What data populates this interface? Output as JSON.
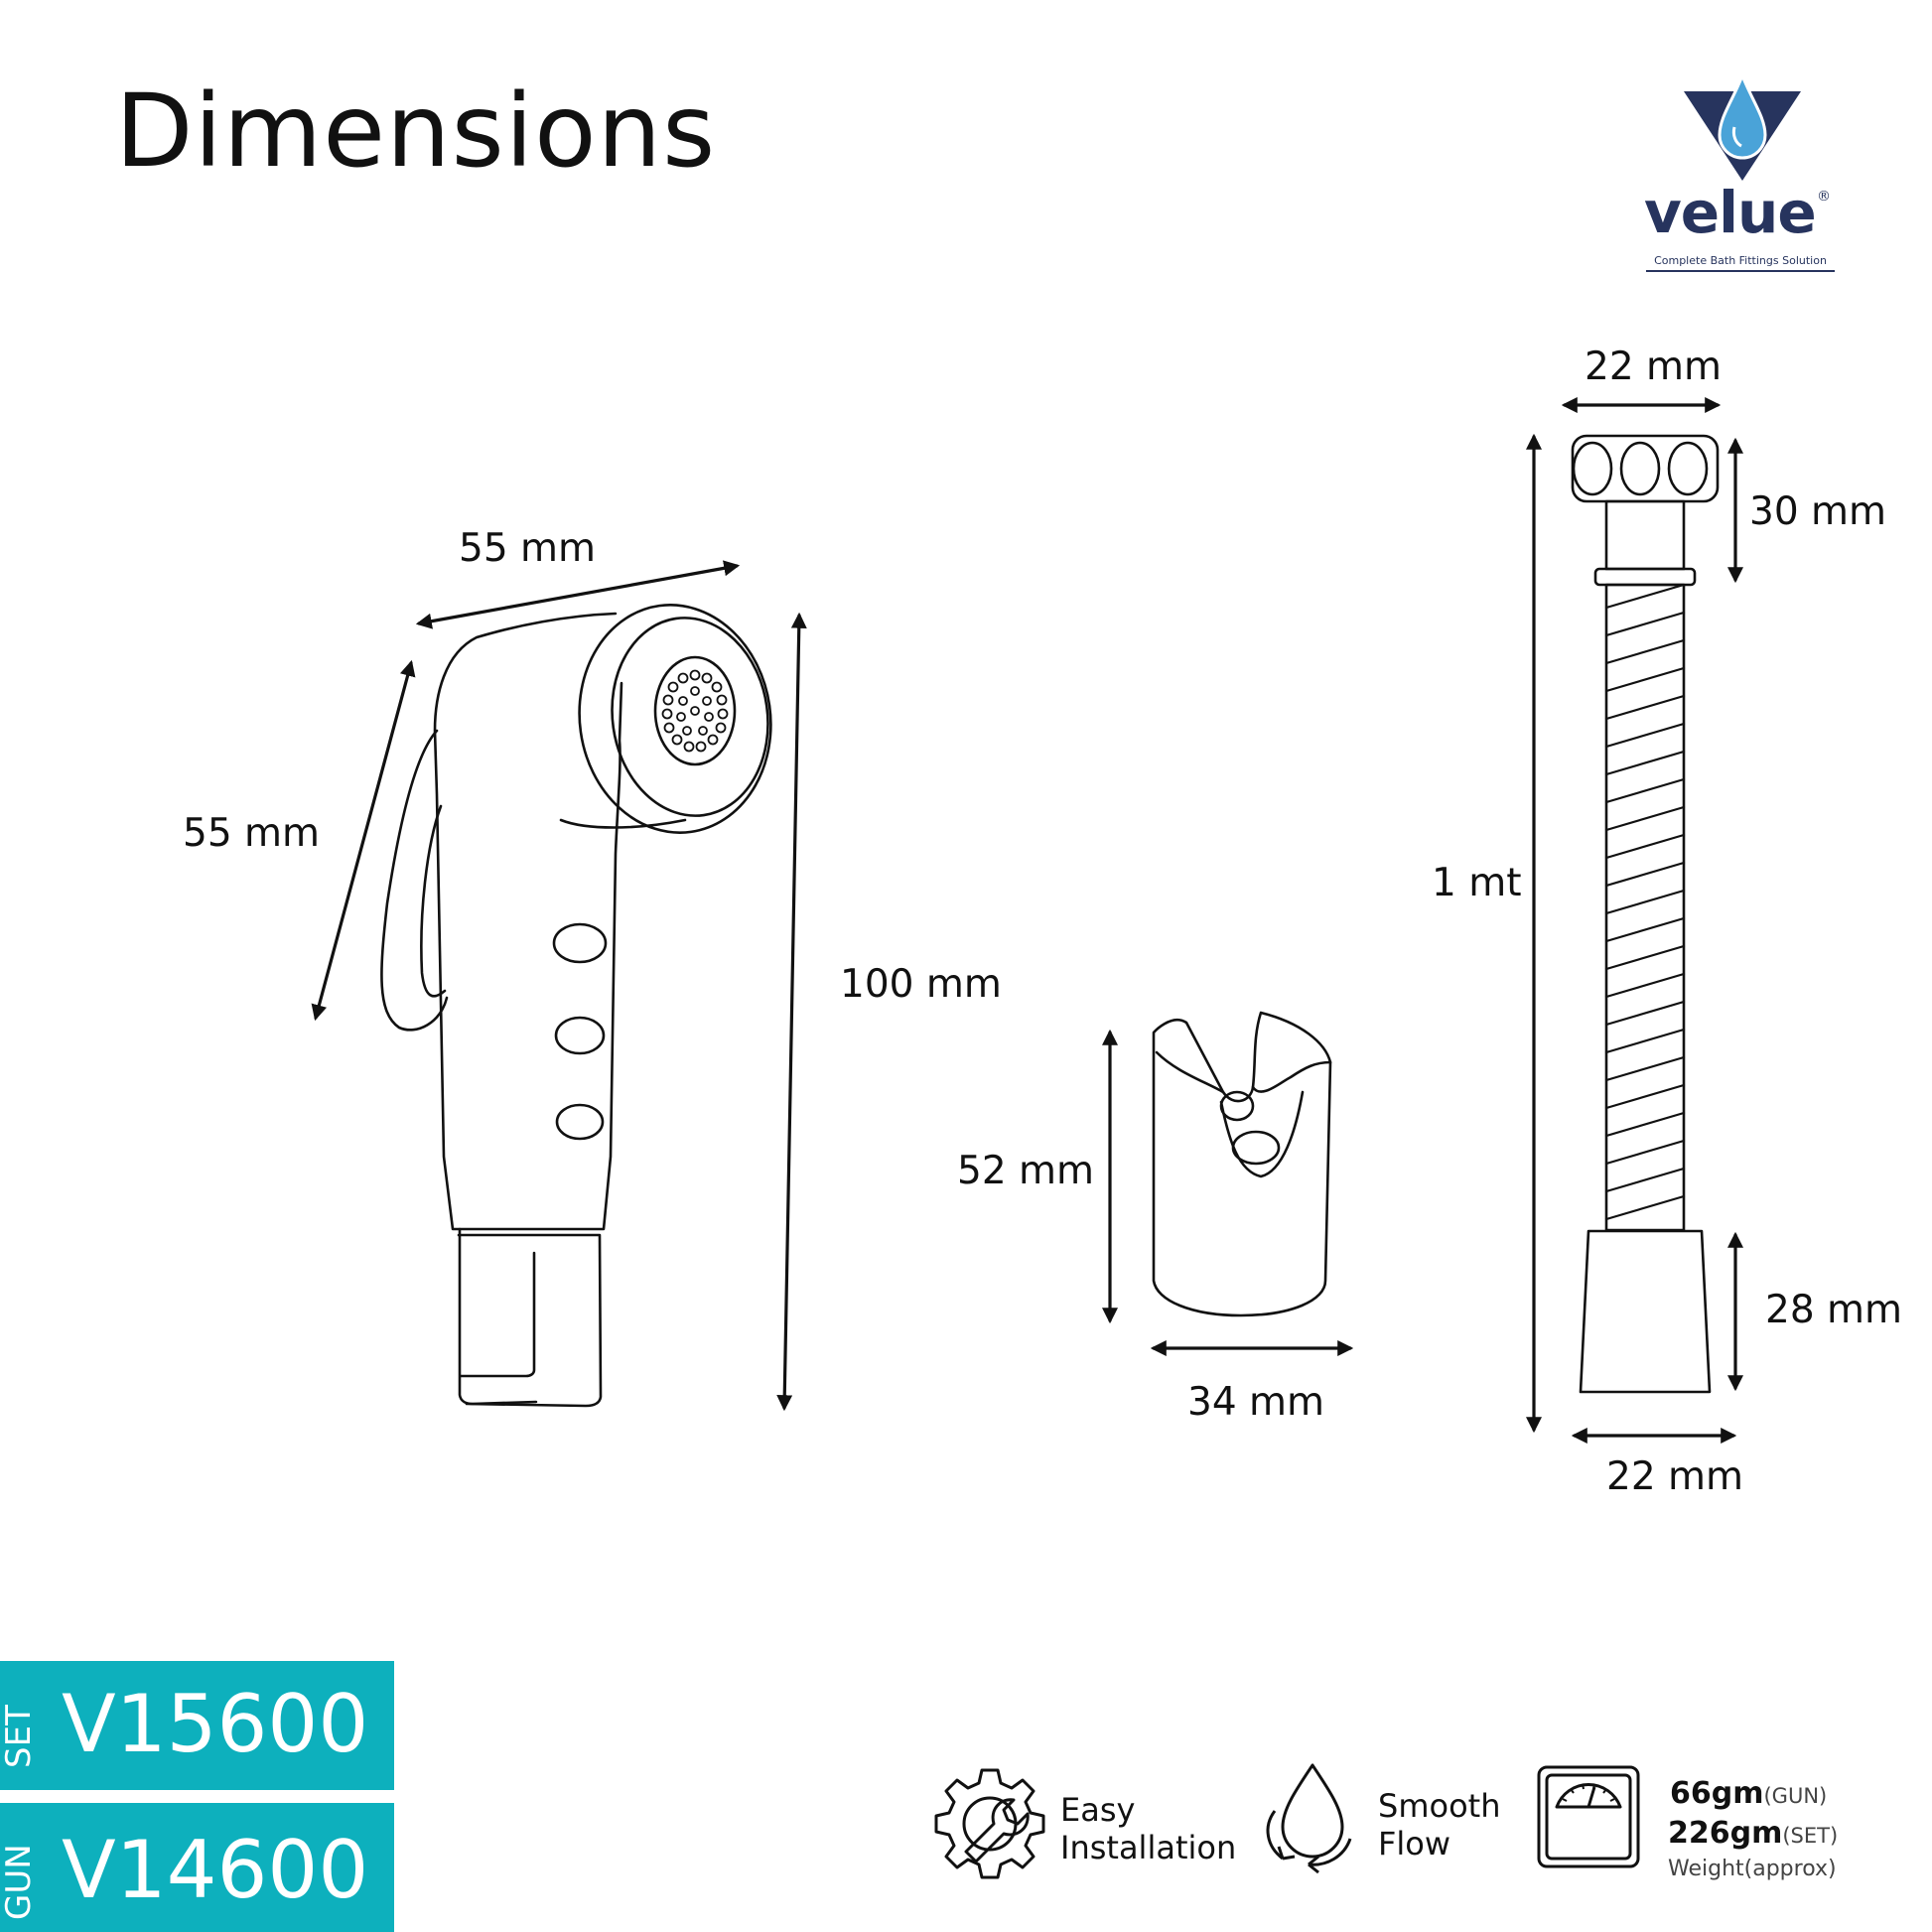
{
  "title": "Dimensions",
  "brand": {
    "name": "velue",
    "registered": "®",
    "tagline": "Complete Bath Fittings Solution",
    "colors": {
      "navy": "#27345e",
      "drop": "#4aa3d8"
    }
  },
  "dimensions": {
    "gun_width": "55 mm",
    "gun_handle": "55 mm",
    "gun_height": "100 mm",
    "holder_height": "52 mm",
    "holder_width": "34 mm",
    "hose_top_width": "22 mm",
    "hose_top_height": "30 mm",
    "hose_length": "1 mt",
    "hose_bottom_height": "28 mm",
    "hose_bottom_width": "22 mm"
  },
  "models": {
    "set_label": "SET",
    "set_code": "V15600",
    "gun_label": "GUN",
    "gun_code": "V14600",
    "color": "#0db0bd"
  },
  "features": {
    "easy_line1": "Easy",
    "easy_line2": "Installation",
    "smooth_line1": "Smooth",
    "smooth_line2": "Flow",
    "easy_icon": "gear-wrench-icon",
    "smooth_icon": "water-drop-recycle-icon",
    "weight_icon": "weighing-scale-icon"
  },
  "weight": {
    "gun_value": "66gm",
    "gun_unit": "(GUN)",
    "set_value": "226gm",
    "set_unit": "(SET)",
    "note": "Weight(approx)"
  }
}
